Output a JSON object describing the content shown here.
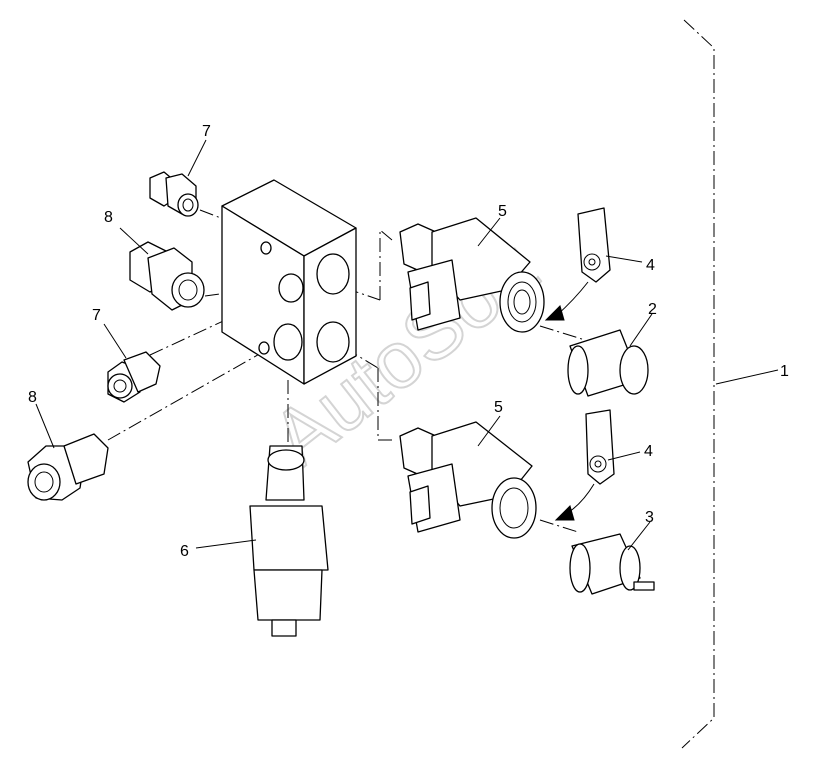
{
  "watermark": "AutoSoft",
  "callouts": {
    "c1": "1",
    "c2": "2",
    "c3": "3",
    "c4a": "4",
    "c4b": "4",
    "c5a": "5",
    "c5b": "5",
    "c6": "6",
    "c7a": "7",
    "c7b": "7",
    "c8a": "8",
    "c8b": "8"
  }
}
